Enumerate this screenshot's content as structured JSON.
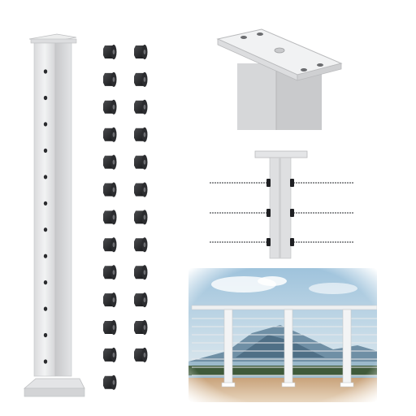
{
  "product": {
    "main_post": {
      "hole_count": 12
    },
    "grommets": {
      "count": 25
    },
    "detail_views": [
      "top-plate-closeup",
      "cable-through-post",
      "deck-railing-scene"
    ]
  }
}
